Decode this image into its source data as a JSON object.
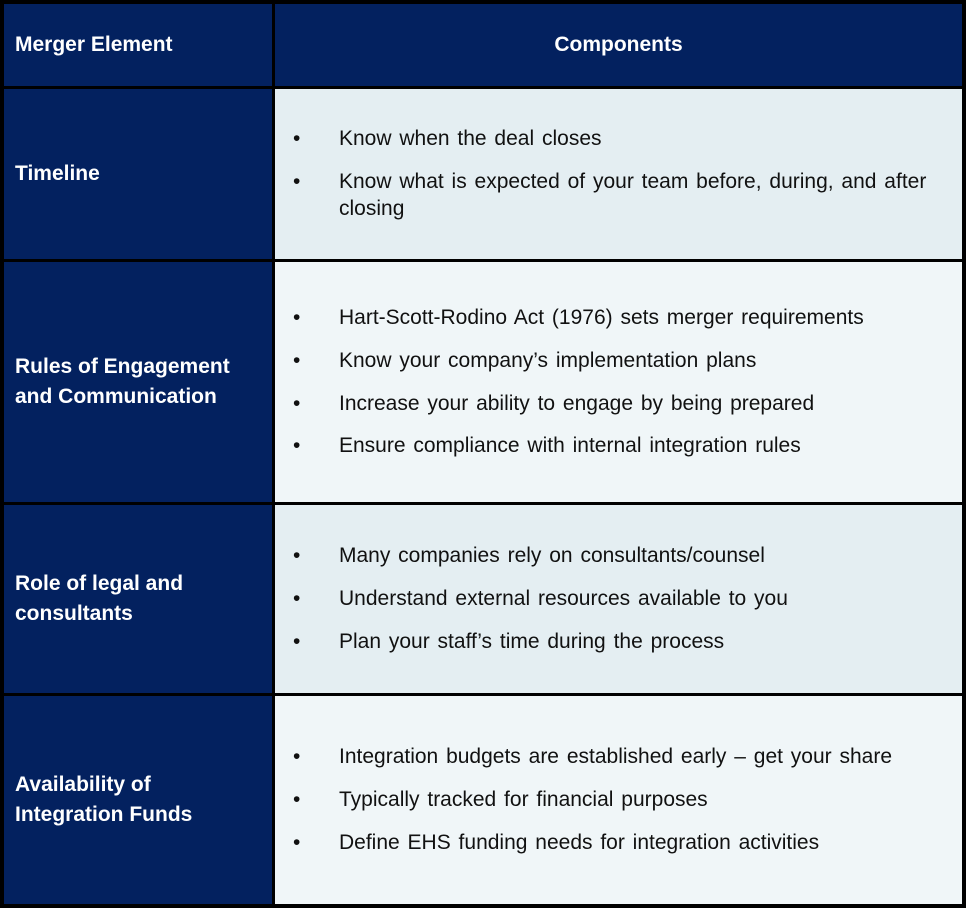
{
  "table": {
    "bullet_char": "•",
    "header": {
      "col1": "Merger Element",
      "col2": "Components"
    },
    "rows": [
      {
        "element": "Timeline",
        "components": [
          "Know when the deal closes",
          "Know what is expected of your team before, during, and after closing"
        ]
      },
      {
        "element": "Rules of Engagement and Communication",
        "components": [
          "Hart-Scott-Rodino Act (1976) sets merger requirements",
          "Know your company’s implementation plans",
          "Increase your ability to engage by being prepared",
          "Ensure compliance with internal integration rules"
        ]
      },
      {
        "element": "Role of legal and consultants",
        "components": [
          "Many companies rely on consultants/counsel",
          "Understand external resources available to you",
          "Plan your staff’s time during the process"
        ]
      },
      {
        "element": "Availability of Integration Funds",
        "components": [
          "Integration budgets are established early – get your share",
          "Typically tracked for financial purposes",
          "Define EHS funding needs for integration activities"
        ]
      }
    ],
    "colors": {
      "header_bg": "#03215f",
      "label_bg": "#03215f",
      "row_tint_a": "#e4eef2",
      "row_tint_b": "#f0f6f8",
      "border": "#000000",
      "header_text": "#ffffff",
      "body_text": "#111111"
    }
  }
}
